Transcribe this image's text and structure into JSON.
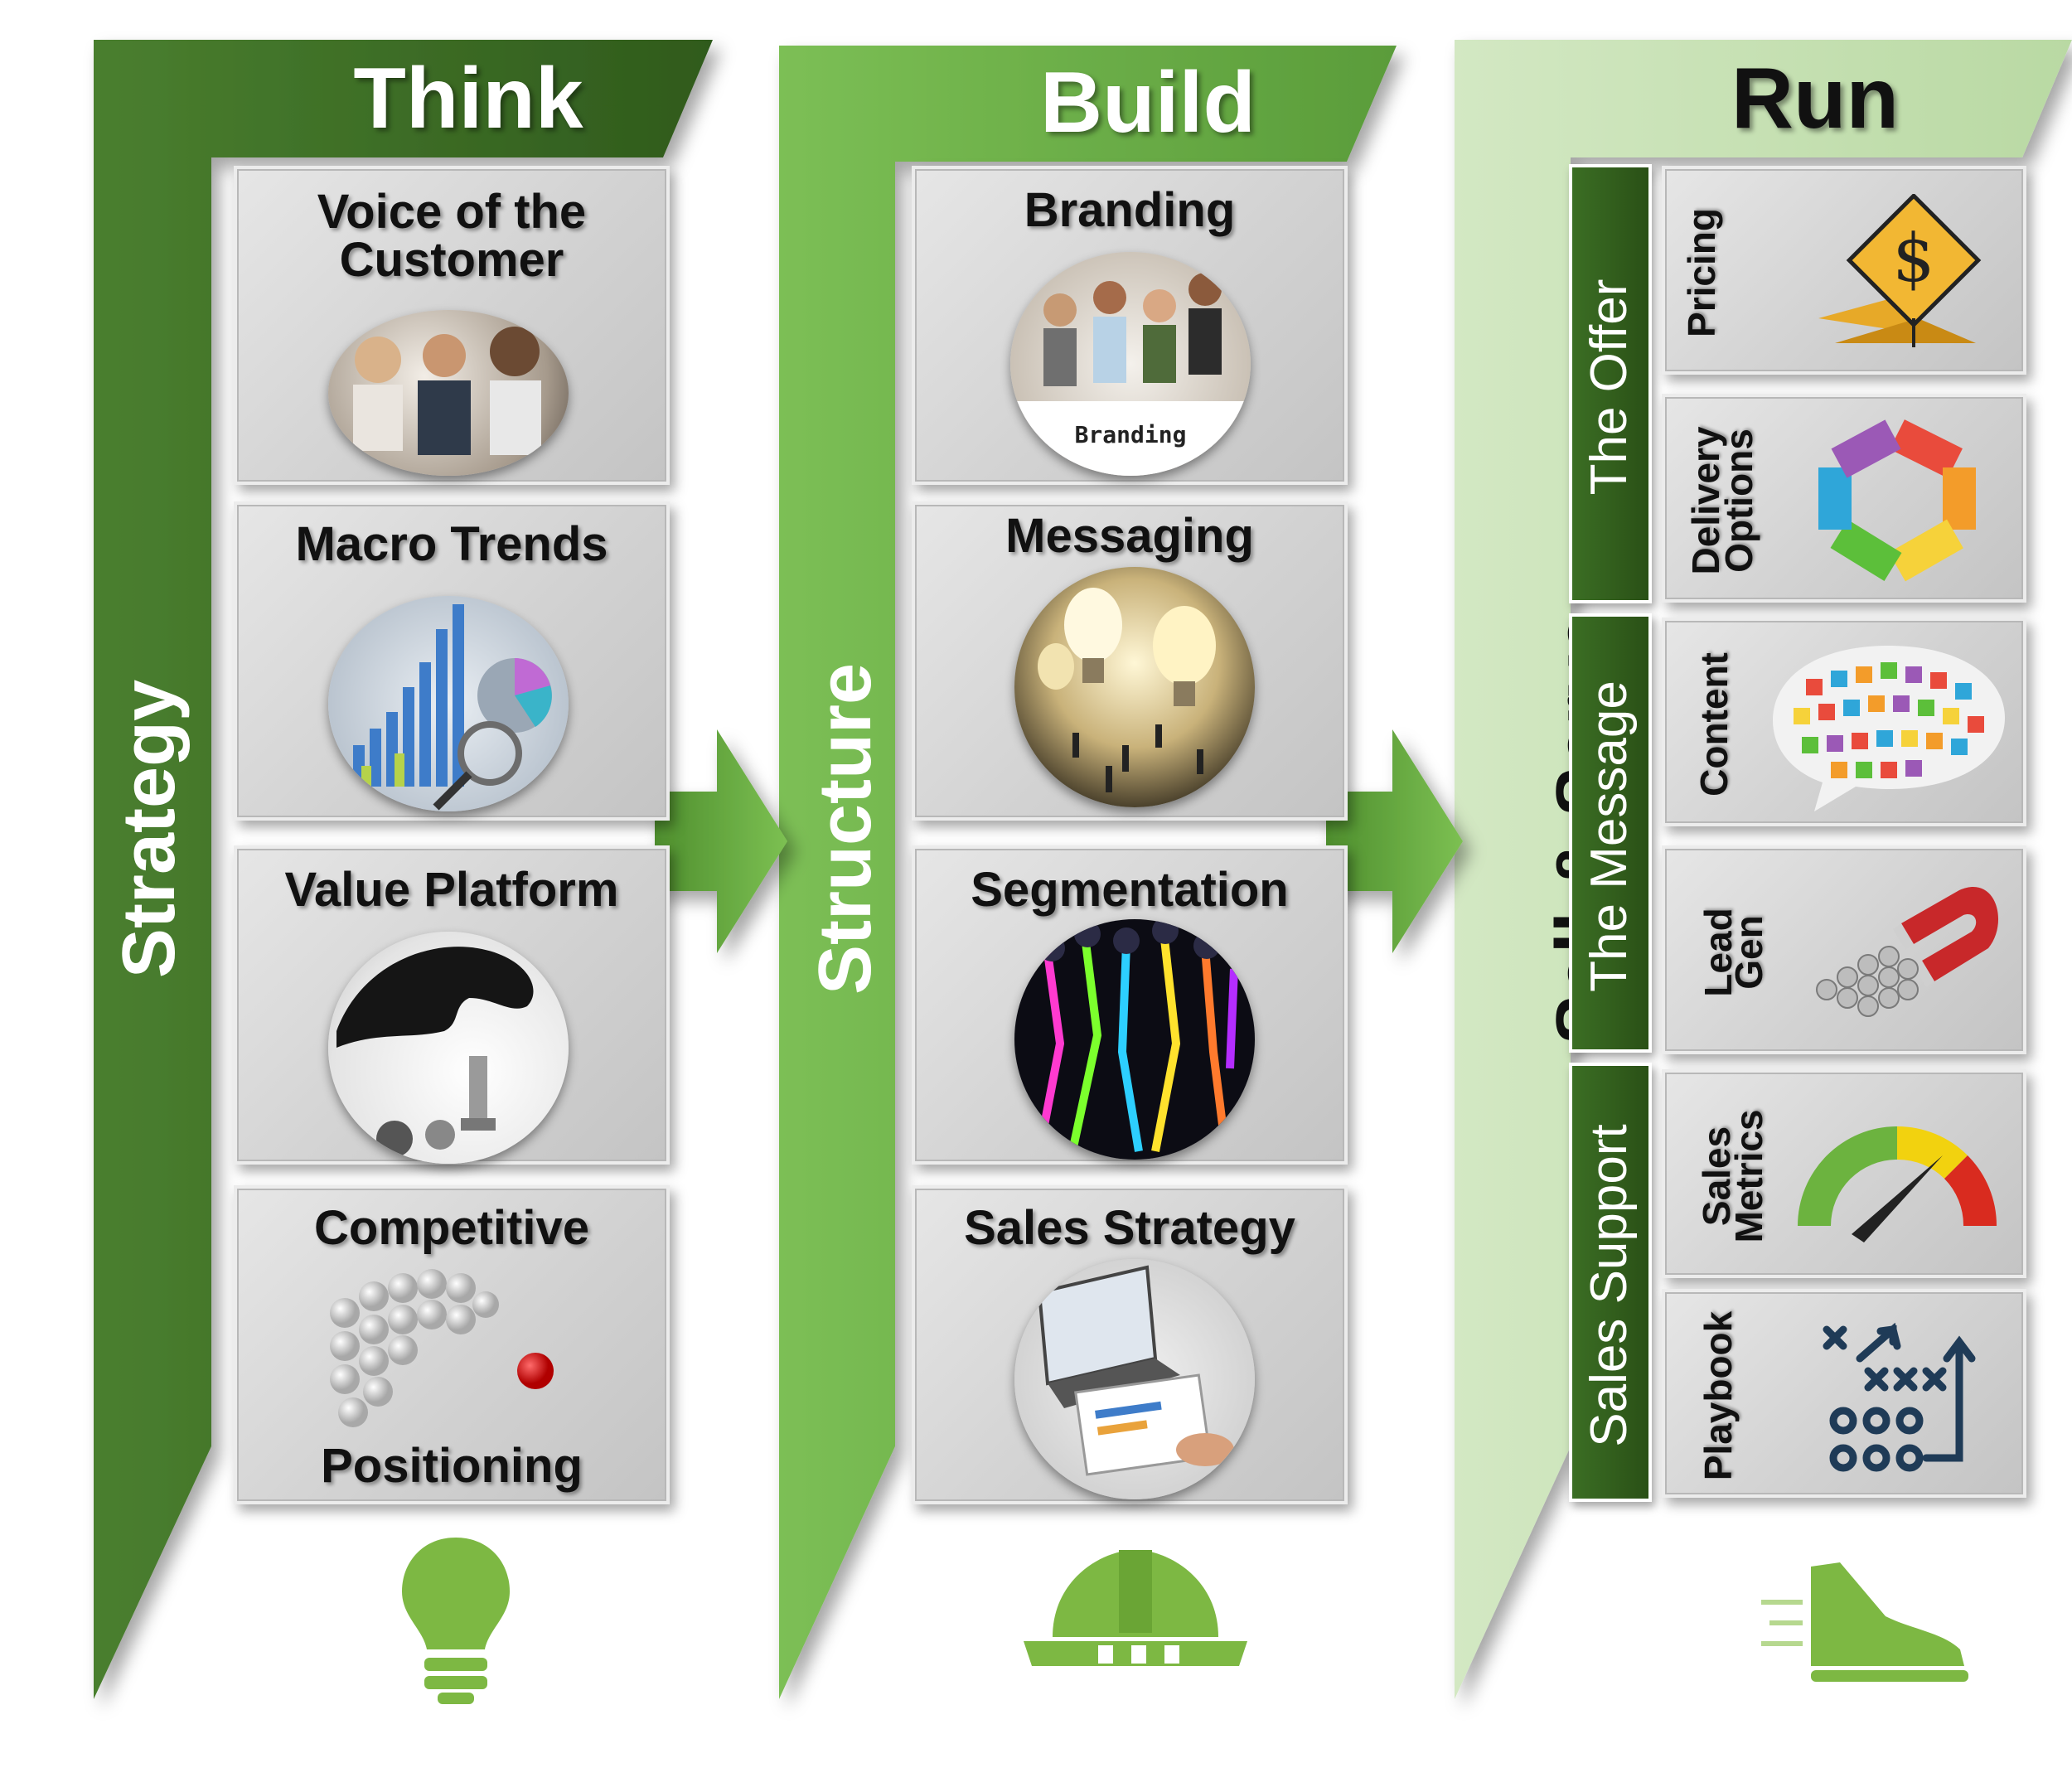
{
  "columns": {
    "think": {
      "header": "Think",
      "side_label": "Strategy",
      "cards": [
        {
          "title_line1": "Voice of the",
          "title_line2": "Customer",
          "image": "people-meeting"
        },
        {
          "title": "Macro Trends",
          "image": "bar-chart-trends"
        },
        {
          "title": "Value Platform",
          "image": "chess-hand"
        },
        {
          "title_top": "Competitive",
          "title_bottom": "Positioning",
          "image": "balls-red-dot"
        }
      ],
      "bottom_icon": "lightbulb-icon"
    },
    "build": {
      "header": "Build",
      "side_label": "Structure",
      "cards": [
        {
          "title": "Branding",
          "image": "people-branding"
        },
        {
          "title": "Messaging",
          "image": "light-bulbs"
        },
        {
          "title": "Segmentation",
          "image": "colorful-silhouettes"
        },
        {
          "title": "Sales Strategy",
          "image": "laptop-documents"
        }
      ],
      "bottom_icon": "hard-hat-icon"
    },
    "run": {
      "header": "Run",
      "side_label": "Sell & Serve",
      "groups": [
        {
          "label": "The Offer",
          "items": [
            {
              "label": "Pricing",
              "icon": "dollar-sign-icon"
            },
            {
              "label_line1": "Delivery",
              "label_line2": "Options",
              "icon": "segmented-ring-icon"
            }
          ]
        },
        {
          "label": "The Message",
          "items": [
            {
              "label": "Content",
              "icon": "speech-bubble-icons"
            },
            {
              "label_line1": "Lead",
              "label_line2": "Gen",
              "icon": "magnet-icon"
            }
          ]
        },
        {
          "label": "Sales Support",
          "items": [
            {
              "label_line1": "Sales",
              "label_line2": "Metrics",
              "icon": "gauge-icon"
            },
            {
              "label": "Playbook",
              "icon": "playbook-icon"
            }
          ]
        }
      ],
      "bottom_icon": "running-shoe-icon"
    }
  },
  "colors": {
    "think_dark": "#3c6b25",
    "build_mid": "#67a645",
    "run_light": "#c5e0b3",
    "group_dark": "#2f5a1c",
    "arrow": "#5fa13a"
  }
}
